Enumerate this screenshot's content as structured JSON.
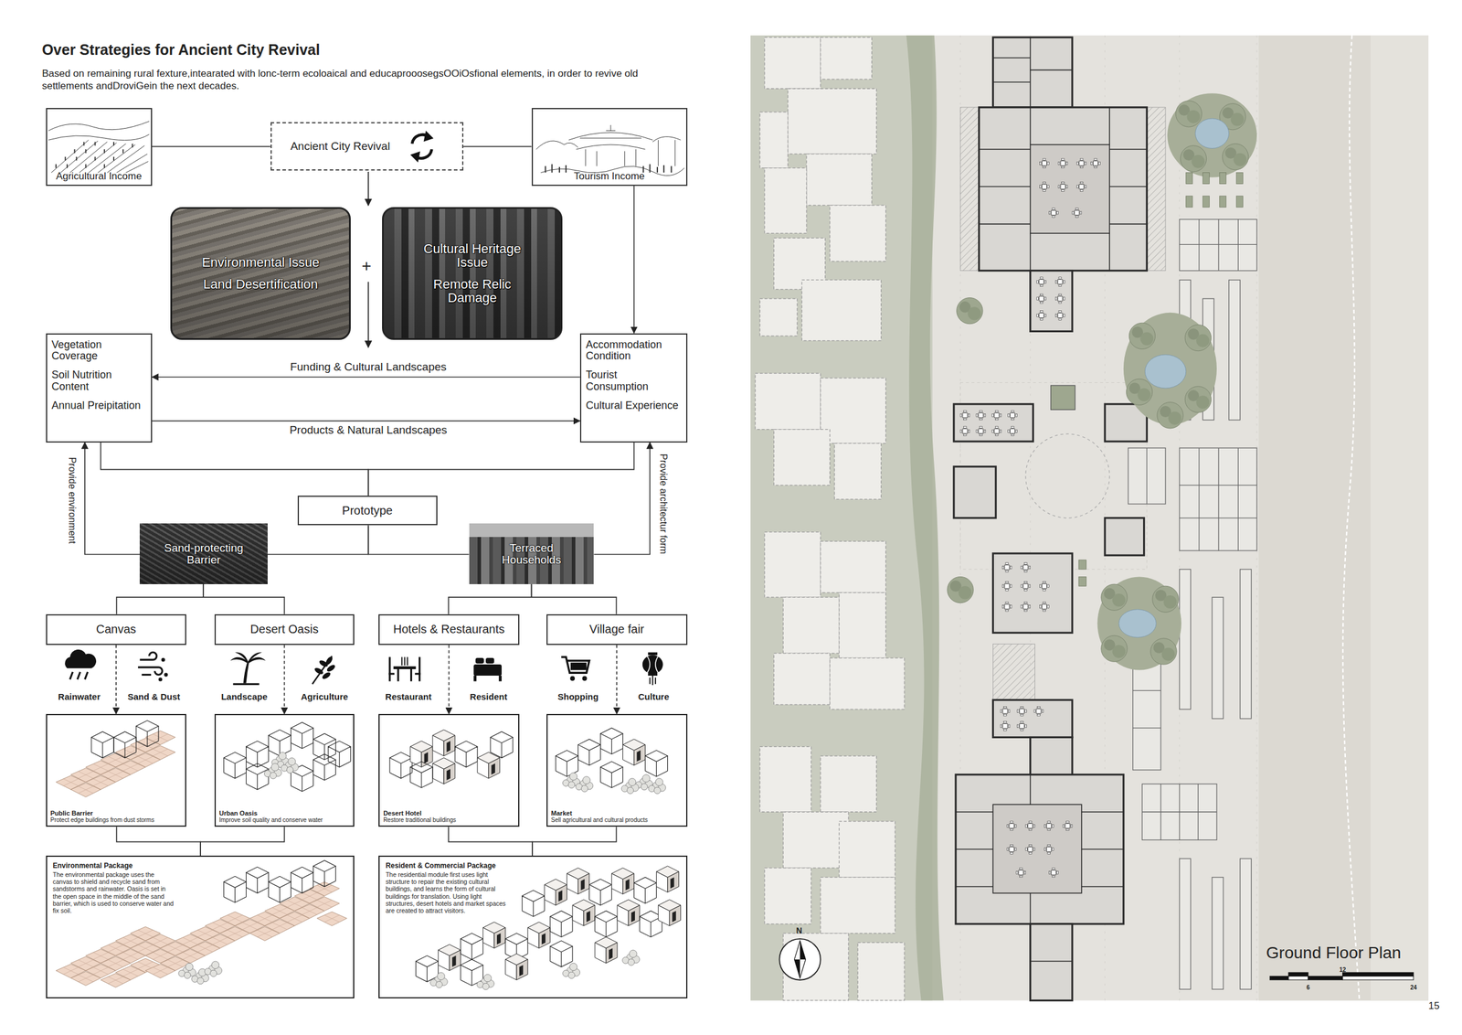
{
  "diagram": {
    "title": "Over Strategies for Ancient City Revival",
    "nodes": [
      {
        "text": [
          "Agricultural Income"
        ]
      },
      {
        "text": [
          "Ancient City Revival"
        ]
      },
      {
        "text": [
          "Tourism Income"
        ]
      },
      {
        "text": [
          "Environmental Issue",
          "Land Desertification"
        ]
      },
      {
        "text": [
          "Cultural Heritage Issue",
          "Remote Relic Damage"
        ]
      },
      {
        "text": [
          "Vegetation Coverage",
          "Soil Nutrition Content",
          "Annual Preipitation"
        ]
      },
      {
        "text": [
          "Accommodation Condition",
          "Tourist Consumption",
          "Cultural Experience"
        ]
      },
      {
        "text": [
          "Prototype"
        ]
      },
      {
        "text": [
          "Sand-protecting Barrier"
        ]
      },
      {
        "text": [
          "Terraced Households"
        ]
      },
      {
        "text": [
          "Canvas"
        ]
      },
      {
        "text": [
          "Desert Oasis"
        ]
      },
      {
        "text": [
          "Hotels & Restaurants"
        ]
      },
      {
        "text": [
          "Village fair"
        ]
      },
      {
        "text": [
          "Public Barrier",
          "Protect edge buildings from dust storms"
        ]
      },
      {
        "text": [
          "Urban Oasis",
          "Improve soil quality and conserve water"
        ]
      },
      {
        "text": [
          "Desert Hotel",
          "Restore traditional buildings"
        ]
      },
      {
        "text": [
          "Market",
          "Sell agricultural and cultural products"
        ]
      },
      {
        "text": [
          "Environmental Package",
          "The environmental package uses the canvas to shield and recycle sand from sandstorms and rainwater. Oasis is set in the open space in the middle of the sand barrier, which is used to conserve water and fix soil."
        ]
      },
      {
        "text": [
          "Resident & Commercial Package",
          "The residential module first uses light structure to repair the existing cultural buildings, and learns the form of cultural buildings for translation. Using light structures, desert hotels and market spaces are created to attract visitors."
        ]
      }
    ],
    "edges": [
      {
        "from": 0,
        "to": 1,
        "arrow": "none"
      },
      {
        "from": 1,
        "to": 2,
        "arrow": "none"
      },
      {
        "from": 2,
        "to": 6,
        "arrow": "to"
      },
      {
        "from": 6,
        "to": 5,
        "label": "Funding & Cultural Landscapes",
        "arrow": "to"
      },
      {
        "from": 5,
        "to": 6,
        "label": "Products & Natural Landscapes",
        "arrow": "to"
      },
      {
        "from": 5,
        "to": 7,
        "arrow": "none"
      },
      {
        "from": 6,
        "to": 7,
        "arrow": "none"
      },
      {
        "from": 8,
        "to": 5,
        "label": "Provide environment",
        "arrow": "to"
      },
      {
        "from": 9,
        "to": 6,
        "label": "Provide architectur form",
        "arrow": "to"
      },
      {
        "from": 7,
        "to": 8,
        "arrow": "none"
      },
      {
        "from": 7,
        "to": 9,
        "arrow": "none"
      },
      {
        "from": 8,
        "to": 10,
        "arrow": "none"
      },
      {
        "from": 8,
        "to": 11,
        "arrow": "none"
      },
      {
        "from": 9,
        "to": 12,
        "arrow": "none"
      },
      {
        "from": 9,
        "to": 13,
        "arrow": "none"
      },
      {
        "from": 10,
        "to": 14,
        "arrow": "to"
      },
      {
        "from": 11,
        "to": 15,
        "arrow": "to"
      },
      {
        "from": 12,
        "to": 16,
        "arrow": "to"
      },
      {
        "from": 13,
        "to": 17,
        "arrow": "to"
      },
      {
        "from": 14,
        "to": 18,
        "arrow": "none"
      },
      {
        "from": 15,
        "to": 18,
        "arrow": "none"
      },
      {
        "from": 16,
        "to": 19,
        "arrow": "none"
      },
      {
        "from": 17,
        "to": 19,
        "arrow": "none"
      }
    ],
    "labels": [
      "Based on remaining rural fexture,intearated with lonc-term ecoloaical and educaprooosegsOOiOsfional elements, in order to revive old settlements andDroviGein the next decades.",
      "+",
      "Rainwater",
      "Sand & Dust",
      "Landscape",
      "Agriculture",
      "Restaurant",
      "Resident",
      "Shopping",
      "Culture",
      "Ground Floor Plan",
      "N",
      "6",
      "12",
      "24",
      "15"
    ]
  }
}
